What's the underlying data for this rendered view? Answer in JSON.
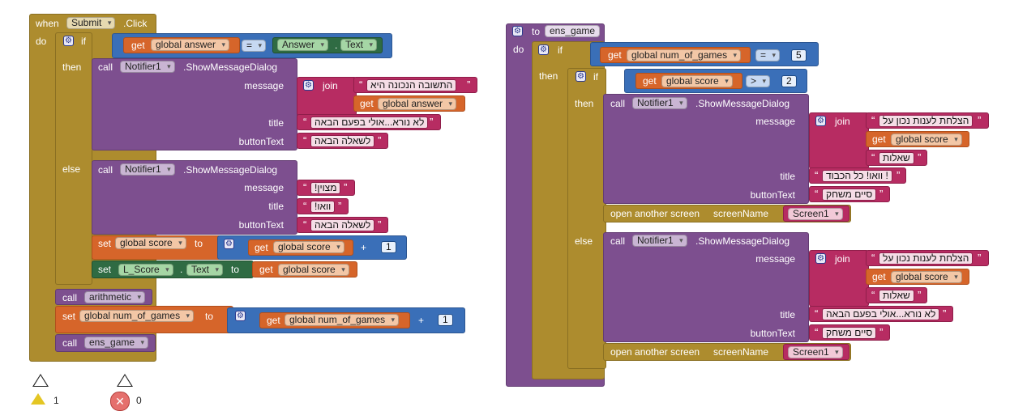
{
  "submit_event": {
    "when_label": "when",
    "component": "Submit",
    "event": ".Click",
    "do_label": "do",
    "if_label": "if",
    "then_label": "then",
    "else_label": "else",
    "condition": {
      "get_label": "get",
      "variable": "global answer",
      "operator": "=",
      "component": "Answer",
      "property": "Text"
    },
    "then_call": {
      "call_label": "call",
      "component": "Notifier1",
      "method": ".ShowMessageDialog",
      "message_label": "message",
      "join_label": "join",
      "join_text": "התשובה הנכונה היא",
      "join_get_label": "get",
      "join_get_var": "global answer",
      "title_label": "title",
      "title_text": "לא נורא...אולי בפעם הבאה",
      "buttonText_label": "buttonText",
      "buttonText_text": "לשאלה הבאה"
    },
    "else_call": {
      "call_label": "call",
      "component": "Notifier1",
      "method": ".ShowMessageDialog",
      "message_label": "message",
      "message_text": "מצוין!",
      "title_label": "title",
      "title_text": "וואו!",
      "buttonText_label": "buttonText",
      "buttonText_text": "לשאלה הבאה"
    },
    "set_score": {
      "set_label": "set",
      "variable": "global score",
      "to_label": "to",
      "get_label": "get",
      "get_var": "global score",
      "plus": "+",
      "number": "1"
    },
    "set_lscore": {
      "set_label": "set",
      "component": "L_Score",
      "property": "Text",
      "to_label": "to",
      "get_label": "get",
      "get_var": "global score"
    },
    "call_arith": {
      "call_label": "call",
      "procedure": "arithmetic"
    },
    "set_games": {
      "set_label": "set",
      "variable": "global num_of_games",
      "to_label": "to",
      "get_label": "get",
      "get_var": "global num_of_games",
      "plus": "+",
      "number": "1"
    },
    "call_ens": {
      "call_label": "call",
      "procedure": "ens_game"
    }
  },
  "ens_game_proc": {
    "to_label": "to",
    "name": "ens_game",
    "do_label": "do",
    "outer_if": {
      "if_label": "if",
      "then_label": "then",
      "get_label": "get",
      "variable": "global num_of_games",
      "operator": "=",
      "number": "5"
    },
    "inner_if": {
      "if_label": "if",
      "then_label": "then",
      "else_label": "else",
      "get_label": "get",
      "variable": "global score",
      "operator": ">",
      "number": "2"
    },
    "then_call": {
      "call_label": "call",
      "component": "Notifier1",
      "method": ".ShowMessageDialog",
      "message_label": "message",
      "join_label": "join",
      "join_text1": "הצלחת לענות נכון על",
      "join_get_label": "get",
      "join_get_var": "global score",
      "join_text2": "שאלות",
      "title_label": "title",
      "title_text": "! וואו! כל הכבוד",
      "buttonText_label": "buttonText",
      "buttonText_text": "סיים משחק"
    },
    "then_open": {
      "label": "open another screen",
      "screen_label": "screenName",
      "screen": "Screen1"
    },
    "else_call": {
      "call_label": "call",
      "component": "Notifier1",
      "method": ".ShowMessageDialog",
      "message_label": "message",
      "join_label": "join",
      "join_text1": "הצלחת לענות נכון על",
      "join_get_label": "get",
      "join_get_var": "global score",
      "join_text2": "שאלות",
      "title_label": "title",
      "title_text": "לא נורא...אולי בפעם הבאה",
      "buttonText_label": "buttonText",
      "buttonText_text": "סיים משחק"
    },
    "else_open": {
      "label": "open another screen",
      "screen_label": "screenName",
      "screen": "Screen1"
    }
  },
  "status": {
    "warnings": "1",
    "errors": "0"
  }
}
